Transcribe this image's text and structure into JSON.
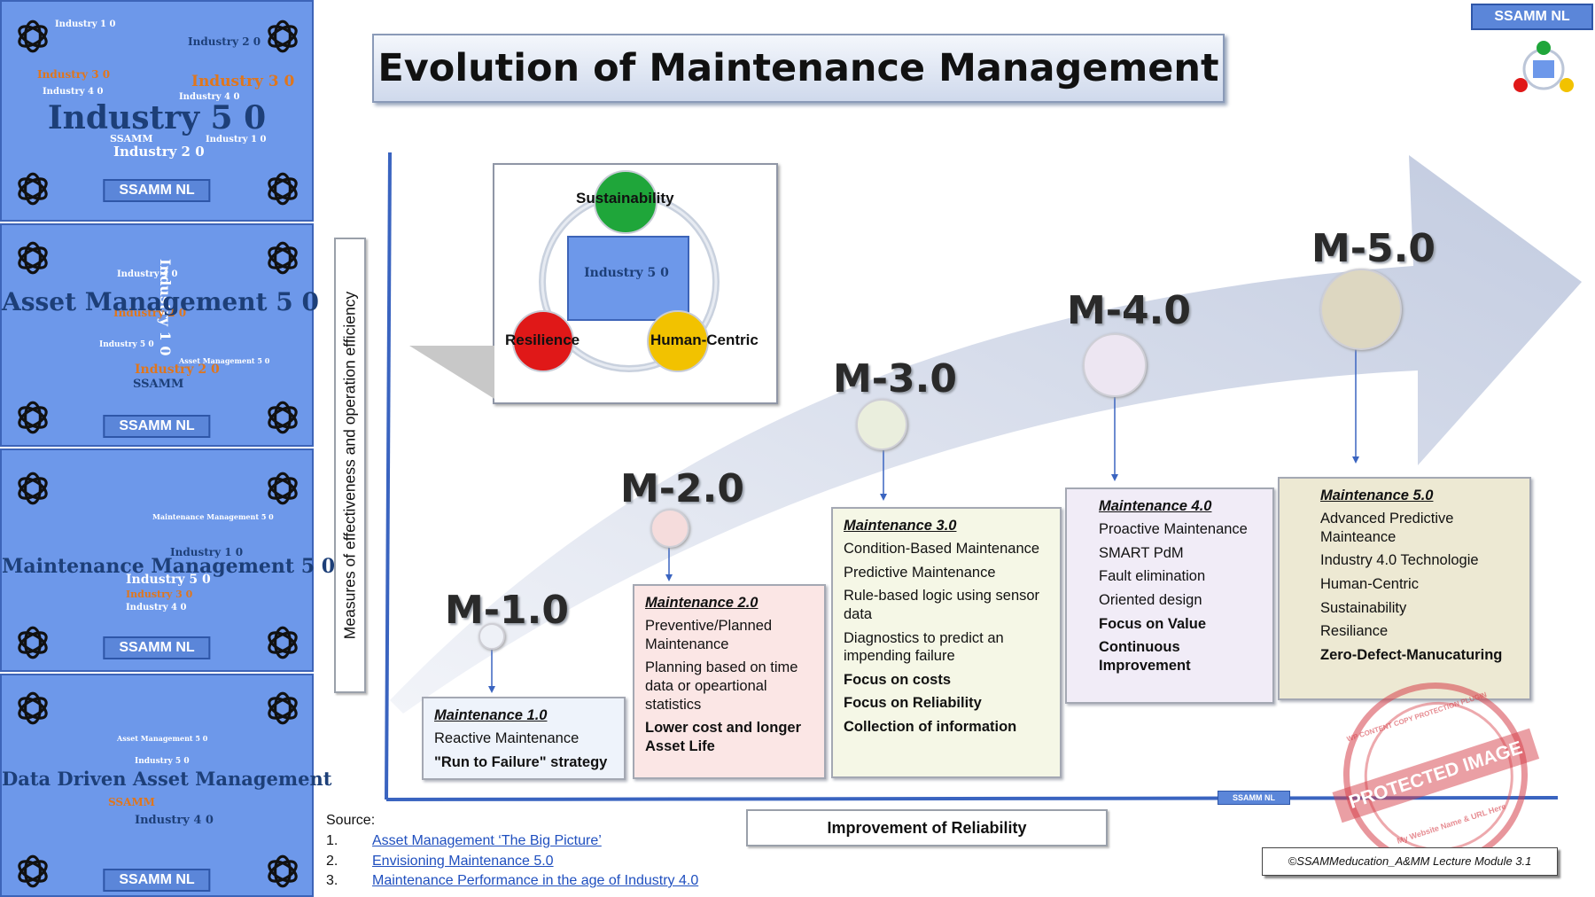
{
  "left_panels": [
    {
      "headline": "Industry 5 0",
      "tag": "SSAMM NL"
    },
    {
      "headline": "Asset Management 5 0",
      "tag": "SSAMM NL"
    },
    {
      "headline": "Maintenance Management 5 0",
      "tag": "SSAMM NL"
    },
    {
      "headline": "Data Driven Asset Management",
      "tag": "SSAMM NL"
    }
  ],
  "cloud_words": [
    "Industry 1 0",
    "Industry 2 0",
    "Industry 3 0",
    "Industry 4 0",
    "Industry 5 0",
    "SSAMM",
    "Asset Management 5 0",
    "Maintenance Management 5 0",
    "Industry 3 0",
    "Industry 2 0",
    "Industry 1 0",
    "Industry 4 0"
  ],
  "title": "Evolution of Maintenance Management",
  "top_right_tag": "SSAMM NL",
  "inset": {
    "sustainability": "Sustainability",
    "resilience": "Resilience",
    "human_centric": "Human-Centric",
    "center": "Industry 5 0"
  },
  "y_axis_label": "Measures of effectiveness and operation efficiency",
  "x_axis_label": "Improvement of Reliability",
  "axis_tag": "SSAMM NL",
  "stages": [
    {
      "label": "M-1.0",
      "heading": "Maintenance 1.0",
      "items": [
        "Reactive Maintenance"
      ],
      "bold_items": [
        "\"Run to Failure\" strategy"
      ]
    },
    {
      "label": "M-2.0",
      "heading": "Maintenance 2.0",
      "items": [
        "Preventive/Planned Maintenance",
        "Planning based on time data or opeartional statistics"
      ],
      "bold_items": [
        "Lower cost and longer Asset Life"
      ]
    },
    {
      "label": "M-3.0",
      "heading": "Maintenance 3.0",
      "items": [
        "Condition-Based Maintenance",
        "Predictive Maintenance",
        "Rule-based logic using sensor data",
        "Diagnostics to predict an impending failure"
      ],
      "bold_items": [
        "Focus on costs",
        "Focus on Reliability",
        "Collection of information"
      ]
    },
    {
      "label": "M-4.0",
      "heading": "Maintenance 4.0",
      "items": [
        "Proactive Maintenance",
        "SMART PdM",
        "Fault elimination",
        "Oriented design"
      ],
      "bold_items": [
        "Focus on Value",
        "Continuous Improvement"
      ]
    },
    {
      "label": "M-5.0",
      "heading": "Maintenance 5.0",
      "items": [
        "Advanced Predictive Mainteance",
        "Industry 4.0 Technologie",
        "Human-Centric",
        "Sustainability",
        "Resiliance"
      ],
      "bold_items": [
        "Zero-Defect-Manucaturing"
      ]
    }
  ],
  "sources": {
    "heading": "Source:",
    "items": [
      {
        "num": "1.",
        "text": "Asset Management ‘The Big Picture’"
      },
      {
        "num": "2.",
        "text": "Envisioning Maintenance 5.0"
      },
      {
        "num": "3.",
        "text": "Maintenance Performance in the age of Industry 4.0"
      }
    ]
  },
  "stamp": {
    "center": "PROTECTED IMAGE",
    "top": "WP CONTENT COPY PROTECTION PLUGIN",
    "bottom": "My Website Name & URL Here"
  },
  "footer": "©SSAMMeducation_A&MM Lecture Module 3.1",
  "colors": {
    "panel": "#6d98ea",
    "green": "#1fa63a",
    "red": "#e01818",
    "yellow": "#f2c200",
    "arrow": "#c9d1e4",
    "axis": "#3a64c0"
  }
}
